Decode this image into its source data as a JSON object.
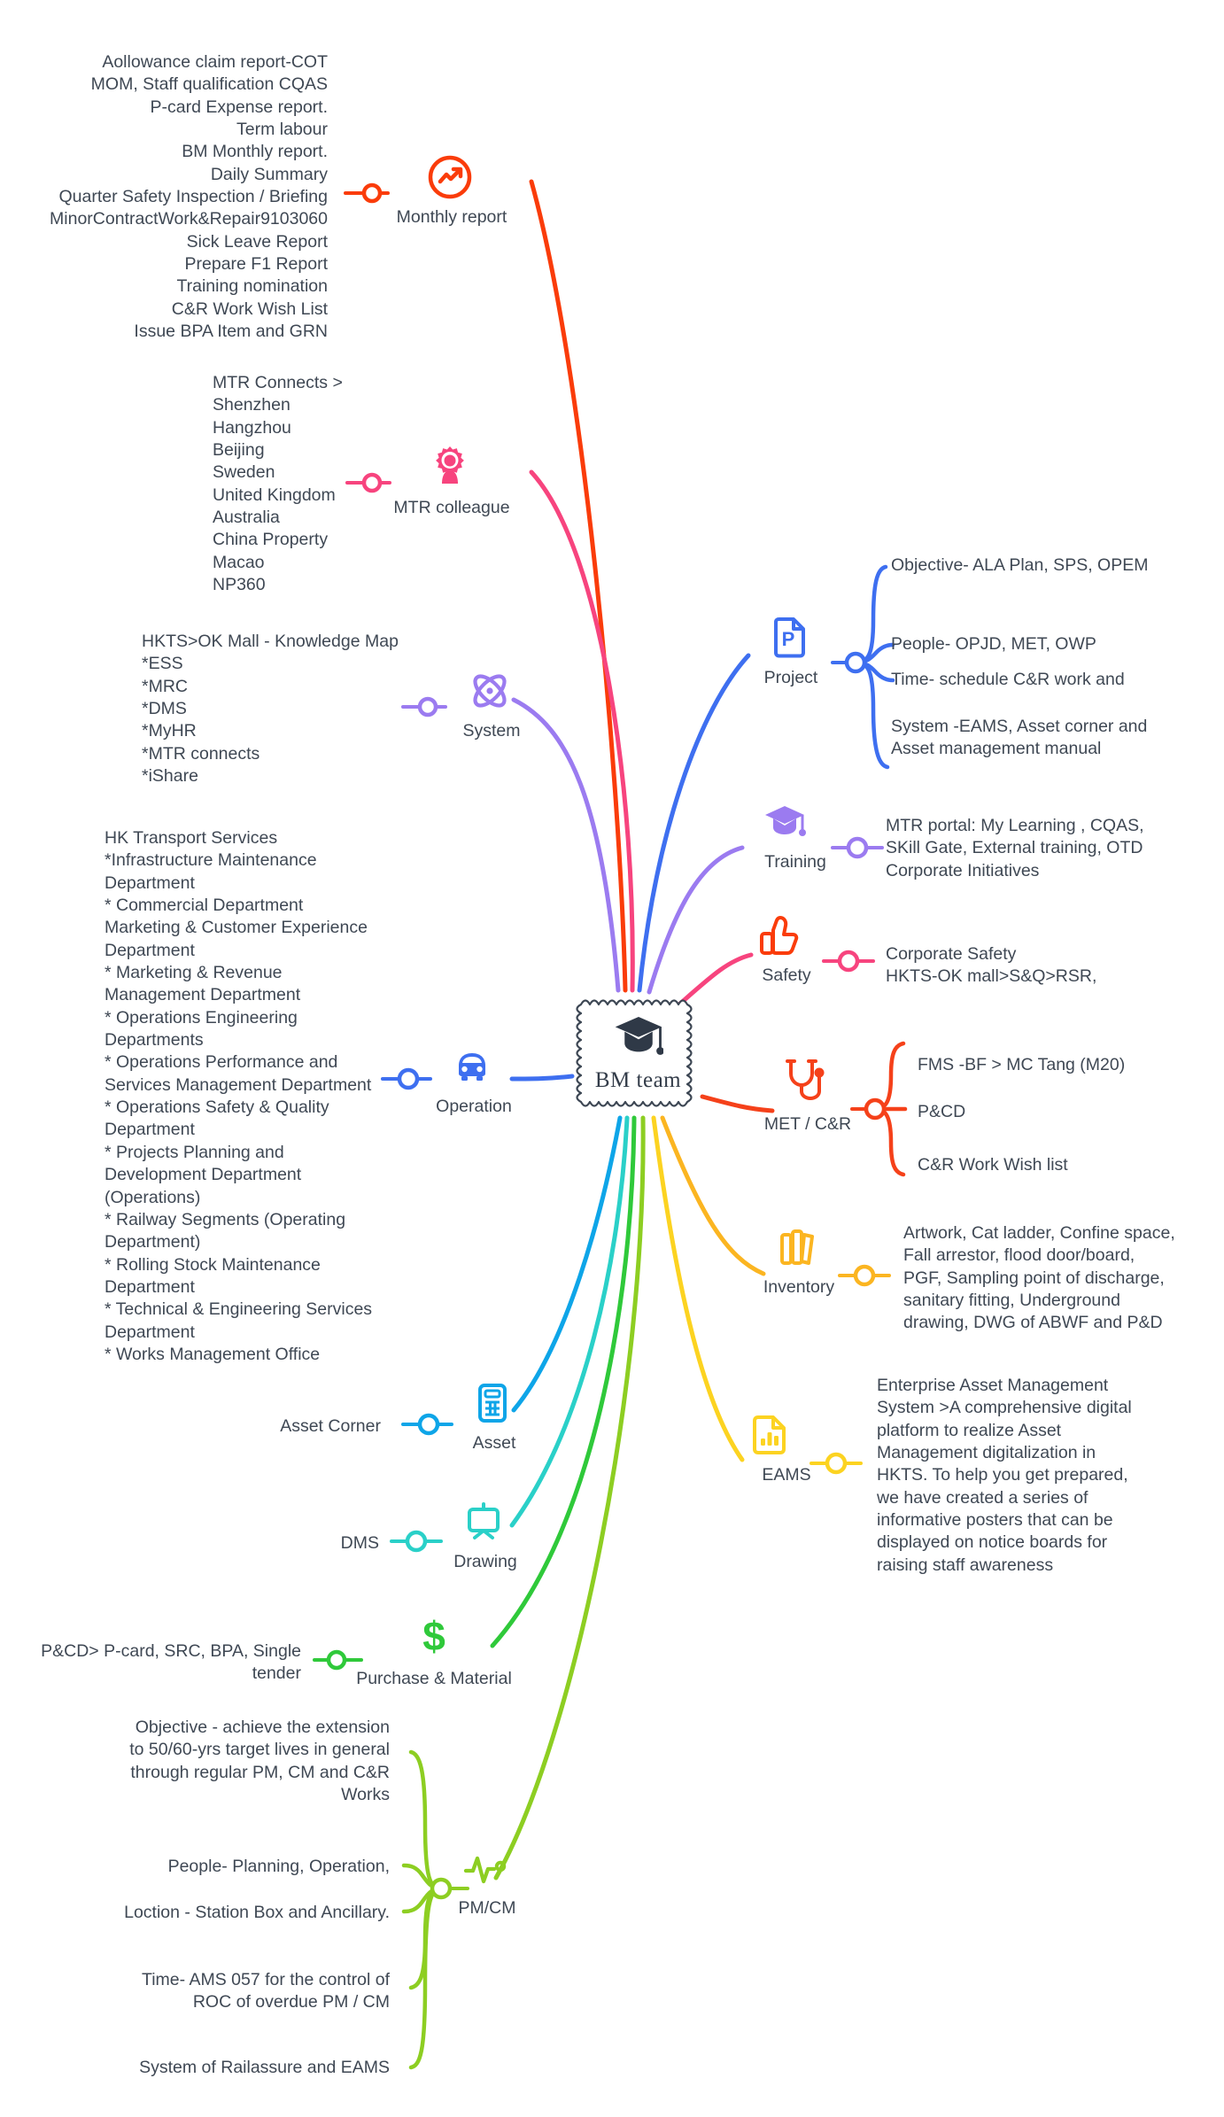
{
  "center": {
    "title": "BM  team",
    "icon": "graduation-cap-icon"
  },
  "colors": {
    "monthly_report": "#fa3c0a",
    "mtr_colleague": "#f7447e",
    "system": "#9b7bf0",
    "project": "#3e6ff0",
    "training": "#9b7bf0",
    "safety": "#f7447e",
    "safety_icon": "#fa3c0a",
    "met_cr": "#f5411a",
    "inventory": "#fbb521",
    "eams": "#fcd321",
    "operation": "#3e6ff0",
    "asset": "#0ea5e8",
    "drawing": "#2ad0c8",
    "purchase": "#2fc93a",
    "pmcm": "#8dce22",
    "text": "#3f4854",
    "center_stroke": "#3c4653"
  },
  "branches": [
    {
      "id": "monthly-report",
      "label": "Monthly report",
      "icon": "trend-up-circle-icon",
      "color": "#fa3c0a",
      "detail": "Aollowance claim report-COT\nMOM, Staff qualification CQAS\nP-card Expense report.\nTerm labour\nBM Monthly report.\nDaily Summary\nQuarter Safety Inspection / Briefing\nMinorContractWork&Repair9103060\nSick Leave Report\nPrepare F1 Report\nTraining nomination\nC&R Work Wish List\nIssue BPA Item and GRN"
    },
    {
      "id": "mtr-colleague",
      "label": "MTR colleague",
      "icon": "user-gear-icon",
      "color": "#f7447e",
      "detail": "MTR Connects >\nShenzhen\nHangzhou\nBeijing\nSweden\nUnited Kingdom\nAustralia\nChina Property\nMacao\nNP360"
    },
    {
      "id": "system",
      "label": "System",
      "icon": "atom-icon",
      "color": "#9b7bf0",
      "detail": "HKTS>OK Mall - Knowledge Map\n*ESS\n*MRC\n*DMS\n*MyHR\n*MTR connects\n*iShare"
    },
    {
      "id": "operation",
      "label": "Operation",
      "icon": "car-icon",
      "color": "#3e6ff0",
      "detail": "HK Transport Services\n*Infrastructure Maintenance\nDepartment\n* Commercial Department\nMarketing & Customer Experience\nDepartment\n* Marketing & Revenue\nManagement Department\n* Operations Engineering\nDepartments\n* Operations Performance and\nServices Management Department\n* Operations Safety & Quality\nDepartment\n* Projects Planning and\nDevelopment Department\n(Operations)\n* Railway Segments (Operating\nDepartment)\n* Rolling Stock Maintenance\nDepartment\n* Technical & Engineering Services\nDepartment\n* Works Management Office"
    },
    {
      "id": "asset",
      "label": "Asset",
      "icon": "calculator-icon",
      "color": "#0ea5e8",
      "detail": "Asset Corner"
    },
    {
      "id": "drawing",
      "label": "Drawing",
      "icon": "whiteboard-icon",
      "color": "#2ad0c8",
      "detail": "DMS"
    },
    {
      "id": "purchase-material",
      "label": "Purchase & Material",
      "icon": "dollar-icon",
      "color": "#2fc93a",
      "detail": "P&CD> P-card, SRC, BPA, Single\ntender"
    },
    {
      "id": "pm-cm",
      "label": "PM/CM",
      "icon": "pulse-icon",
      "color": "#8dce22",
      "children": [
        "Objective - achieve the extension\nto 50/60-yrs target lives in general\nthrough regular PM, CM and C&R\nWorks",
        "People- Planning, Operation,",
        "Loction - Station Box and Ancillary.",
        "Time- AMS 057 for the control of\nROC of overdue PM / CM",
        "System of Railassure and EAMS"
      ]
    },
    {
      "id": "project",
      "label": "Project",
      "icon": "file-p-icon",
      "color": "#3e6ff0",
      "children": [
        "Objective- ALA Plan, SPS, OPEM",
        "People- OPJD, MET, OWP",
        "Time- schedule C&R work and",
        "System -EAMS, Asset corner and\nAsset management manual"
      ]
    },
    {
      "id": "training",
      "label": "Training",
      "icon": "graduation-cap-icon",
      "color": "#9b7bf0",
      "detail": "MTR portal: My Learning , CQAS,\nSKill Gate, External training, OTD\nCorporate Initiatives"
    },
    {
      "id": "safety",
      "label": "Safety",
      "icon": "thumbs-up-icon",
      "color": "#f7447e",
      "detail": "Corporate Safety\nHKTS-OK mall>S&Q>RSR,"
    },
    {
      "id": "met-cr",
      "label": "MET / C&R",
      "icon": "stethoscope-icon",
      "color": "#f5411a",
      "children": [
        "FMS -BF > MC Tang (M20)",
        "P&CD",
        "C&R Work Wish list"
      ]
    },
    {
      "id": "inventory",
      "label": "Inventory",
      "icon": "books-icon",
      "color": "#fbb521",
      "detail": "Artwork, Cat ladder, Confine space,\n Fall arrestor, flood door/board,\nPGF,  Sampling point of discharge,\nsanitary fitting,  Underground\ndrawing, DWG of ABWF and P&D"
    },
    {
      "id": "eams",
      "label": "EAMS",
      "icon": "file-chart-icon",
      "color": "#fcd321",
      "detail": "Enterprise Asset Management\nSystem >A comprehensive digital\nplatform to realize Asset\nManagement digitalization in\nHKTS.  To help you get prepared,\nwe have created a series of\ninformative posters that can be\ndisplayed on notice boards for\nraising staff awareness"
    }
  ]
}
